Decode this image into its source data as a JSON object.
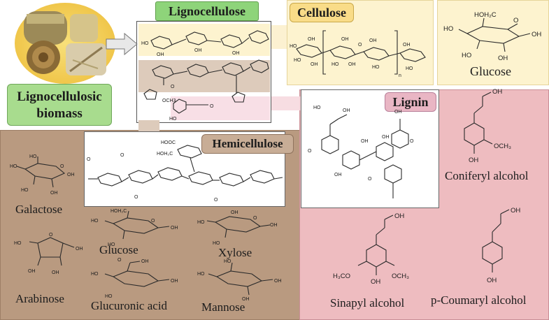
{
  "biomass": {
    "label_line1": "Lignocellulosic",
    "label_line2": "biomass"
  },
  "lignocellulose": {
    "title": "Lignocellulose"
  },
  "cellulose": {
    "title": "Cellulose",
    "repeat_n": "n"
  },
  "glucose_top": {
    "label": "Glucose"
  },
  "lignin": {
    "title": "Lignin"
  },
  "hemicellulose": {
    "title": "Hemicellulose"
  },
  "hemi_sugars": {
    "galactose": "Galactose",
    "glucose": "Glucose",
    "xylose": "Xylose",
    "arabinose": "Arabinose",
    "glucuronic": "Glucuronic acid",
    "mannose": "Mannose"
  },
  "monolignols": {
    "coniferyl": "Coniferyl alcohol",
    "sinapyl": "Sinapyl alcohol",
    "coumaryl": "p-Coumaryl alcohol"
  },
  "atoms": {
    "OH": "OH",
    "HO": "HO",
    "O": "O",
    "HOH2C": "HOH₂C",
    "OCH3": "OCH₃",
    "H3CO": "H₃CO",
    "HOOC": "HOOC"
  },
  "colors": {
    "hemi_bg": "#b99a80",
    "lignin_bg": "#eebcc0",
    "cellulose_bg": "#fdf3cf",
    "cellulose_badge": "#f9dc88",
    "ligno_badge": "#8ed47a",
    "biomass_badge": "#a8dc8e",
    "hemi_badge": "#c8ad96",
    "lignin_badge": "#e9b6c4"
  }
}
